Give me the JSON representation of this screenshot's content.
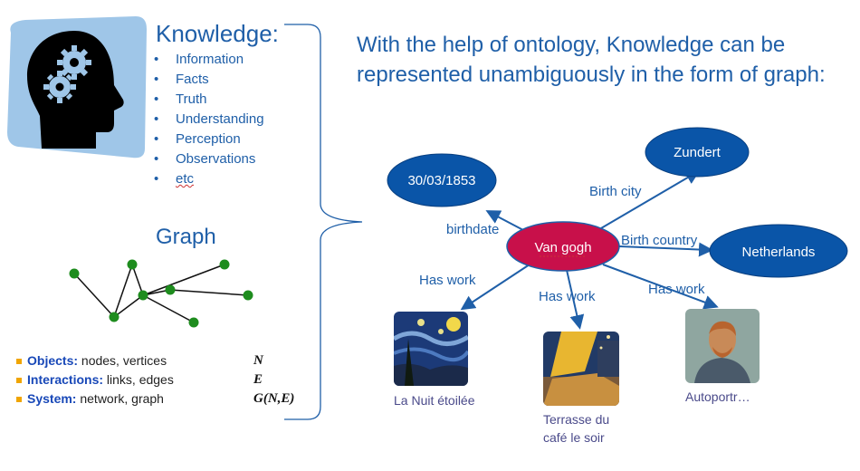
{
  "knowledge": {
    "title": "Knowledge:",
    "items": [
      "Information",
      "Facts",
      "Truth",
      "Understanding",
      "Perception",
      "Observations",
      "etc"
    ]
  },
  "graph_section": {
    "title": "Graph",
    "definitions": [
      {
        "key": "Objects:",
        "value": "nodes, vertices",
        "symbol": "N"
      },
      {
        "key": "Interactions:",
        "value": "links, edges",
        "symbol": "E"
      },
      {
        "key": "System:",
        "value": "network, graph",
        "symbol": "G(N,E)"
      }
    ]
  },
  "heading": "With the help of ontology, Knowledge can be represented unambiguously in the form of graph:",
  "knowledge_graph": {
    "center_node": "Van gogh",
    "nodes": {
      "date": "30/03/1853",
      "city": "Zundert",
      "country": "Netherlands"
    },
    "edges": {
      "birthdate": "birthdate",
      "birth_city": "Birth city",
      "birth_country": "Birth country",
      "has_work": "Has work"
    },
    "works": [
      "La Nuit étoilée",
      "Terrasse du café le soir",
      "Autoportr…"
    ]
  },
  "colors": {
    "text_blue": "#1f5fa8",
    "node_blue": "#0a55a8",
    "center_red": "#c8104a",
    "head_bg": "#9fc6e8",
    "graph_green": "#1e8c1e",
    "bullet_orange": "#f0a500"
  }
}
